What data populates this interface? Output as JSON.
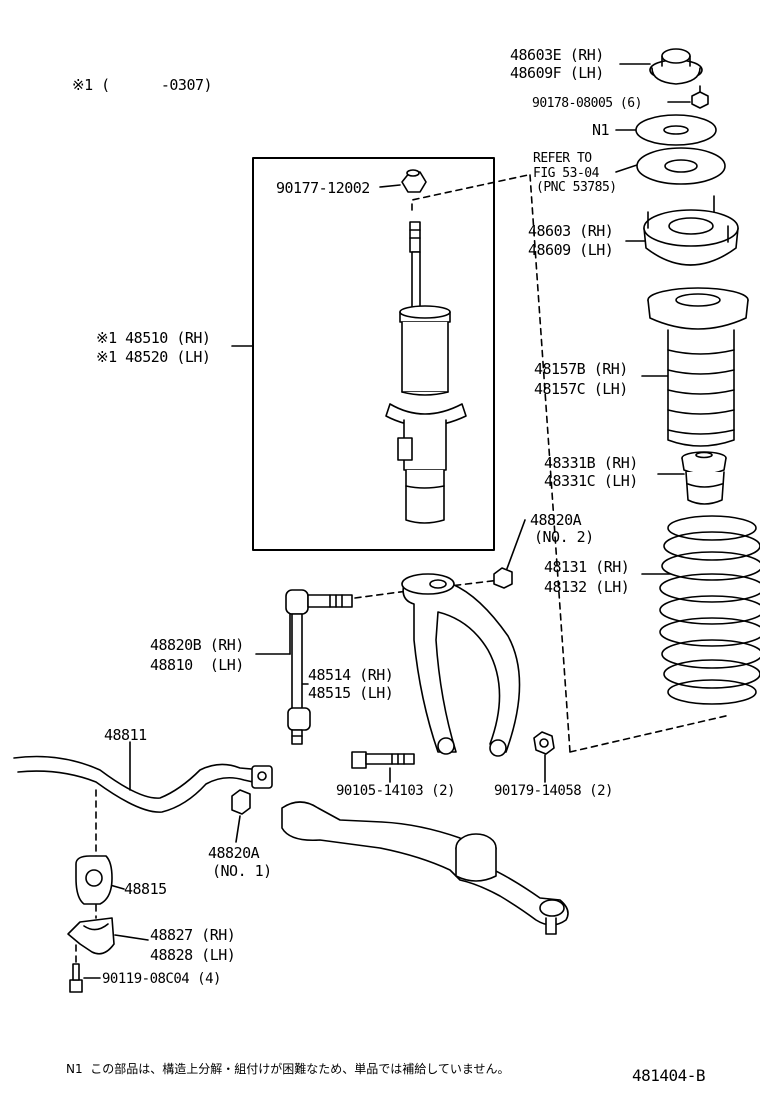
{
  "header_note": "※1 (      -0307)",
  "footer": {
    "note": "N1  この部品は、構造上分解・組付けが困難なため、単品では補給していません。",
    "figure_code": "481404-B"
  },
  "labels": {
    "support_cover": [
      "48603E (RH)",
      "48609F (LH)"
    ],
    "nut_support": "90178-08005 (6)",
    "n1": "N1",
    "refer": [
      "REFER TO",
      "FIG 53-04",
      "(PNC 53785)"
    ],
    "support_assy": [
      "48603 (RH)",
      "48609 (LH)"
    ],
    "shock_nut": "90177-12002",
    "shock_absorber": [
      "※1 48510 (RH)",
      "※1 48520 (LH)"
    ],
    "bump_bellow": [
      "48157B (RH)",
      "48157C (LH)"
    ],
    "bumper_stopper": [
      "48331B (RH)",
      "48331C (LH)"
    ],
    "link_nut_no2": [
      "48820A",
      "(NO. 2)"
    ],
    "coil_spring": [
      "48131 (RH)",
      "48132 (LH)"
    ],
    "stabilizer_link": [
      "48820B (RH)",
      "48810  (LH)"
    ],
    "fork": [
      "48514 (RH)",
      "48515 (LH)"
    ],
    "stabilizer_bar": "48811",
    "bolt_fork": "90105-14103 (2)",
    "nut_fork": "90179-14058 (2)",
    "link_nut_no1": [
      "48820A",
      "(NO. 1)"
    ],
    "bushing": "48815",
    "bracket": [
      "48827 (RH)",
      "48828 (LH)"
    ],
    "bolt_bracket": "90119-08C04 (4)"
  }
}
